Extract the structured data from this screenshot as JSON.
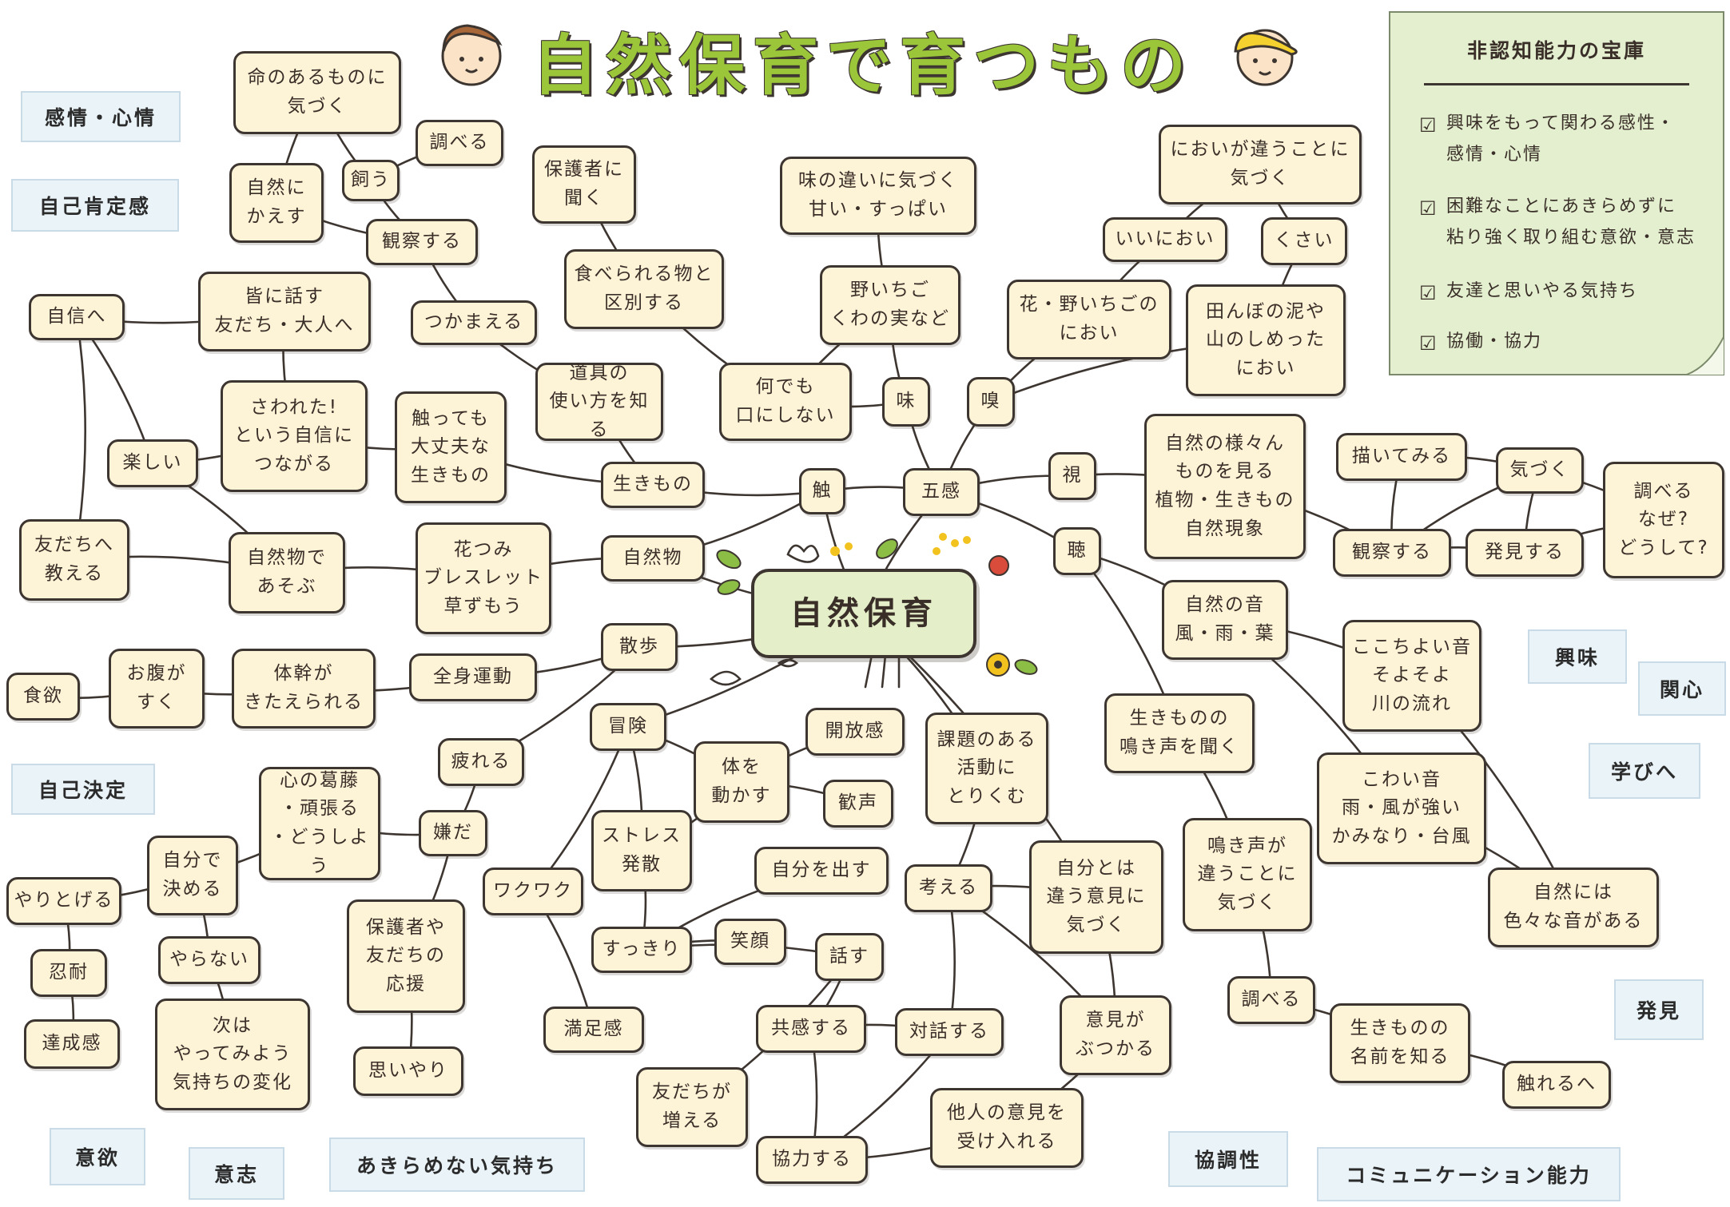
{
  "title": "自然保育で育つもの",
  "center": "自然保育",
  "note": {
    "title": "非認知能力の宝庫",
    "items": [
      "興味をもって関わる感性・\n感情・心情",
      "困難なことにあきらめずに\n粘り強く取り組む意欲・意志",
      "友達と思いやる気持ち",
      "協働・協力"
    ]
  },
  "keywords": {
    "kanjou": "感情・心情",
    "jiko_kouteikan": "自己肯定感",
    "jiko_kettei": "自己決定",
    "iyoku": "意欲",
    "ishi": "意志",
    "akiramenai": "あきらめない気持ち",
    "kyouchousei": "協調性",
    "communication": "コミュニケーション能力",
    "kyoumi": "興味",
    "kanshin": "関心",
    "manabi": "学びへ",
    "hakken": "発見"
  },
  "nodes": {
    "inochi": "命のあるものに\n気づく",
    "shizen_kaesu": "自然に\nかえす",
    "kau": "飼う",
    "shiraberu_top": "調べる",
    "kansatsu_top": "観察する",
    "tsukamaeru": "つかまえる",
    "hogosha_kiku": "保護者に\n聞く",
    "taberareru": "食べられる物と\n区別する",
    "aji_chigai": "味の違いに気づく\n甘い・すっぱい",
    "noichigo": "野いちご\nくわの実など",
    "nandemo": "何でも\n口にしない",
    "aji": "味",
    "nioi_chigau": "においが違うことに\n気づく",
    "ii_nioi": "いいにおい",
    "kusai": "くさい",
    "hana_nioi": "花・野いちごの\nにおい",
    "tanbo": "田んぼの泥や\n山のしめった\nにおい",
    "kyu": "嗅",
    "gokan": "五感",
    "shi": "視",
    "samazama": "自然の様々ん\nものを見る\n植物・生きもの\n自然現象",
    "egaku": "描いてみる",
    "kizuku_r": "気づく",
    "shiraberu_naze": "調べる\nなぜ?\nどうして?",
    "kansatsu_r": "観察する",
    "hakken_suru": "発見する",
    "chou": "聴",
    "shizen_oto": "自然の音\n風・雨・葉",
    "kokochiyoi": "ここちよい音\nそよそよ\n川の流れ",
    "nakigoe_kiku": "生きものの\n鳴き声を聞く",
    "kowai_oto": "こわい音\n雨・風が強い\nかみなり・台風",
    "iroiro_oto": "自然には\n色々な音がある",
    "nakigoe_chigau": "鳴き声が\n違うことに\n気づく",
    "shiraberu_bottom": "調べる",
    "namae": "生きものの\n名前を知る",
    "fureru": "触れるへ",
    "jishin": "自信へ",
    "minna_hanasu": "皆に話す\n友だち・大人へ",
    "sawareta": "さわれた!\nという自信に\nつながる",
    "sawattemo": "触っても\n大丈夫な\n生きもの",
    "dougu": "道具の\n使い方を知る",
    "ikimono": "生きもの",
    "shoku": "触",
    "tanoshii": "楽しい",
    "tomodachi_oshieru": "友だちへ\n教える",
    "shizenbutsu_asobu": "自然物で\nあそぶ",
    "hanatsumi": "花つみ\nブレスレット\n草ずもう",
    "shizenbutsu": "自然物",
    "sanpo": "散歩",
    "shokuyoku": "食欲",
    "onaka": "お腹が\nすく",
    "taikan": "体幹が\nきたえられる",
    "zenshin": "全身運動",
    "tsukareru": "疲れる",
    "bouken": "冒険",
    "kaihoukan": "開放感",
    "karada": "体を\n動かす",
    "kansei": "歓声",
    "stress": "ストレス\n発散",
    "jibun_dasu": "自分を出す",
    "sukkiri": "すっきり",
    "egao": "笑顔",
    "wakuwaku": "ワクワク",
    "manzoku": "満足感",
    "kadai": "課題のある\n活動に\nとりくむ",
    "kangaeru": "考える",
    "chigau_iken": "自分とは\n違う意見に\n気づく",
    "iken_butsukaru": "意見が\nぶつかる",
    "taninnoiken": "他人の意見を\n受け入れる",
    "taiwa": "対話する",
    "kyoukan": "共感する",
    "hanasu": "話す",
    "tomodachi_fueru": "友だちが\n増える",
    "kyouryoku": "協力する",
    "kokoro": "心の葛藤\n・頑張る\n・どうしよう",
    "iyada": "嫌だ",
    "jibun_kimeru": "自分で\n決める",
    "yaritogeru": "やりとげる",
    "nintai": "忍耐",
    "tasseikan": "達成感",
    "yaranai": "やらない",
    "tsugiwa": "次は\nやってみよう\n気持ちの変化",
    "hogosha_ouen": "保護者や\n友だちの\n応援",
    "omoiyari": "思いやり"
  }
}
